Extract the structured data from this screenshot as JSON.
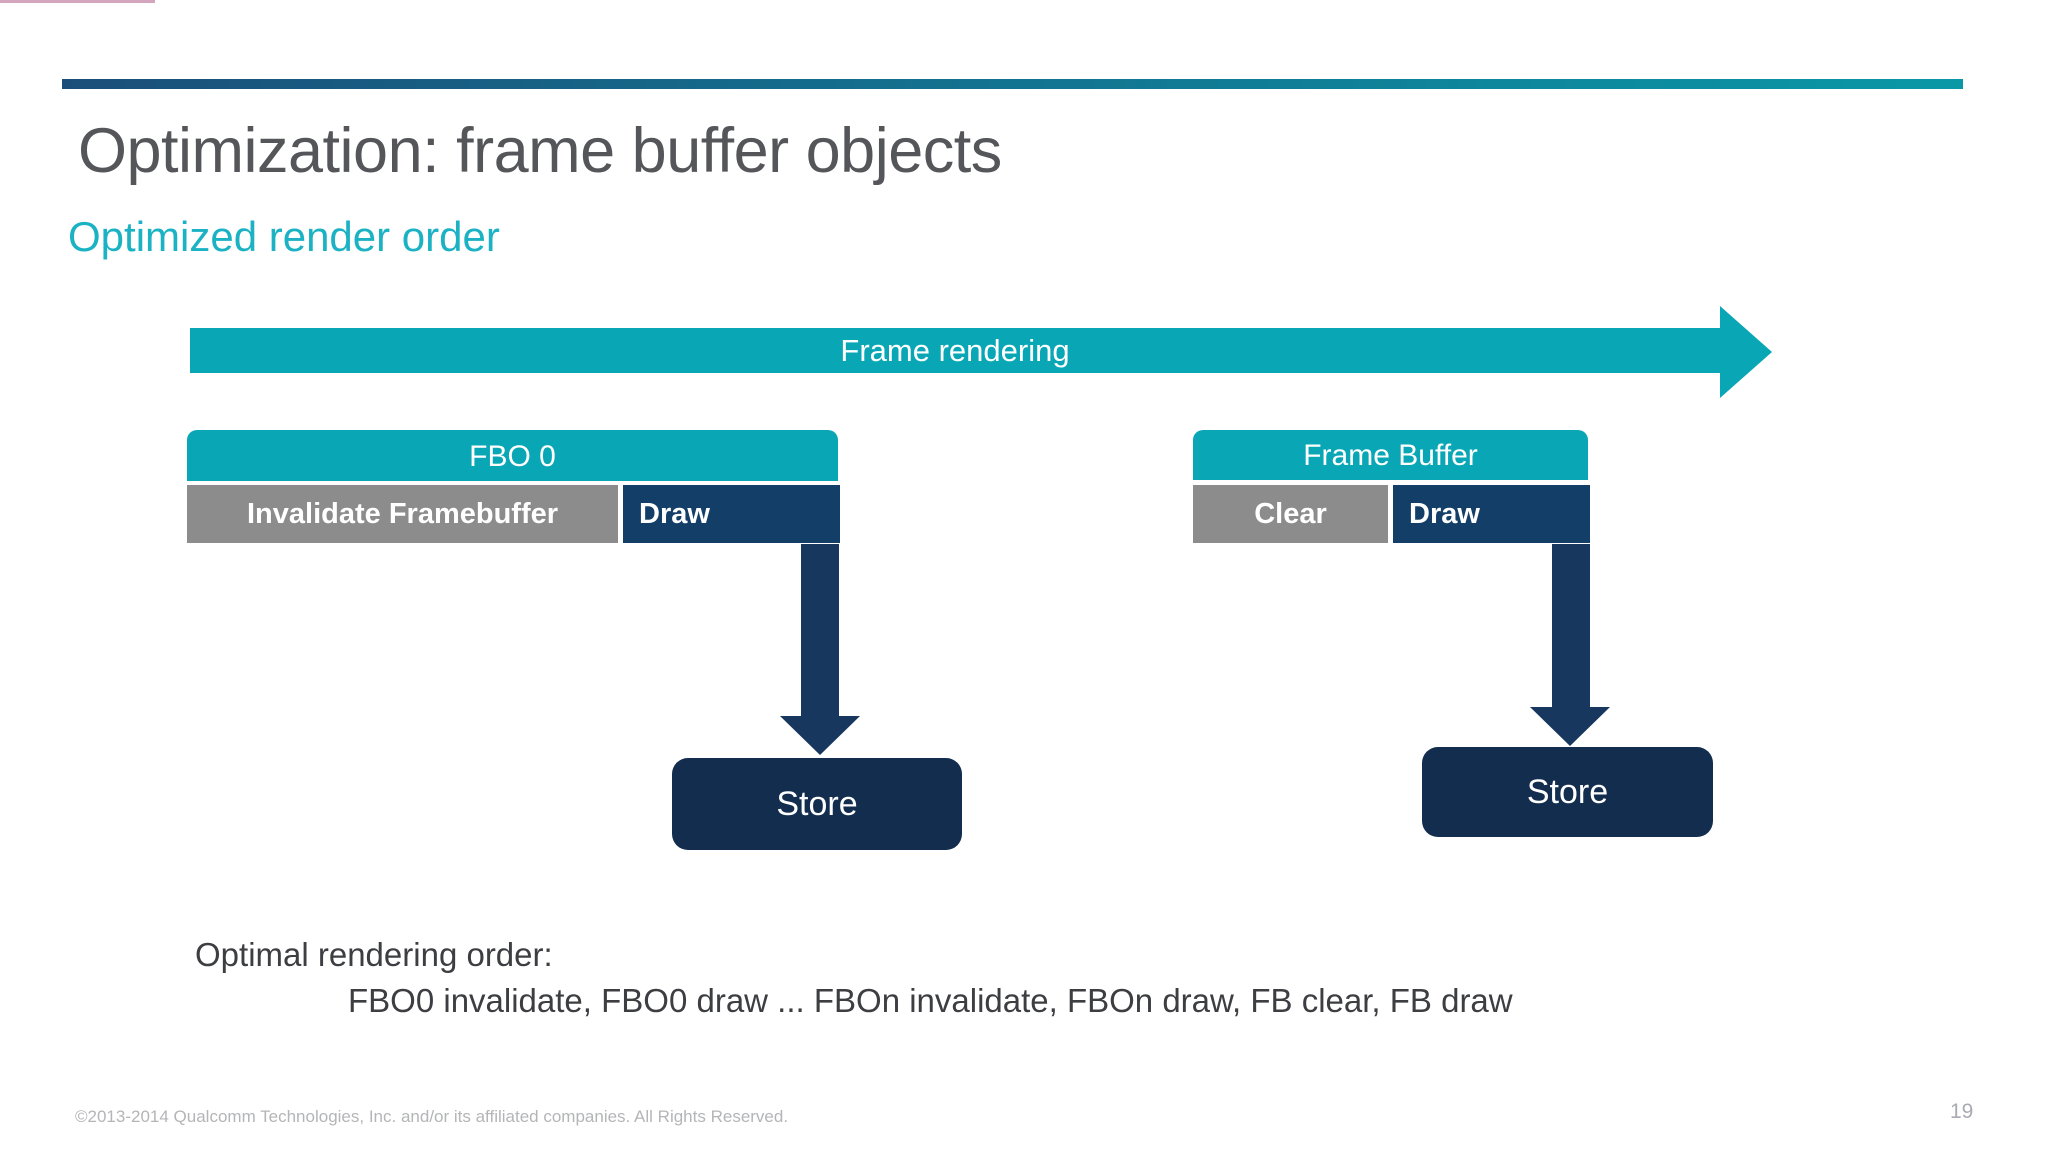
{
  "slide": {
    "title": "Optimization: frame buffer objects",
    "subtitle": "Optimized render order",
    "footer": "©2013-2014 Qualcomm Technologies, Inc. and/or its affiliated companies. All Rights Reserved.",
    "page_number": "19"
  },
  "diagram": {
    "frame_rendering": {
      "label": "Frame rendering"
    },
    "fbo": {
      "header": "FBO 0",
      "step1": "Invalidate Framebuffer",
      "step2": "Draw",
      "store": "Store"
    },
    "framebuffer": {
      "header": "Frame Buffer",
      "step1": "Clear",
      "step2": "Draw",
      "store": "Store"
    }
  },
  "notes": {
    "heading": "Optimal rendering order:",
    "sequence": "FBO0 invalidate, FBO0 draw ... FBOn invalidate, FBOn draw, FB clear, FB draw"
  },
  "colors": {
    "teal": "#09A7B6",
    "subtitle_teal": "#1BB2C4",
    "rule_left": "#1B4F7A",
    "rule_right": "#0A98A6",
    "gray_box": "#8C8C8C",
    "draw_navy": "#123E68",
    "arrow_navy": "#17375E",
    "store_navy": "#132D4F",
    "title_gray": "#55565A",
    "body_text": "#3D3E42",
    "footer_gray": "#B4B5B7",
    "page_gray": "#A9AAB3",
    "accent_pink": "#D4A6BE"
  }
}
